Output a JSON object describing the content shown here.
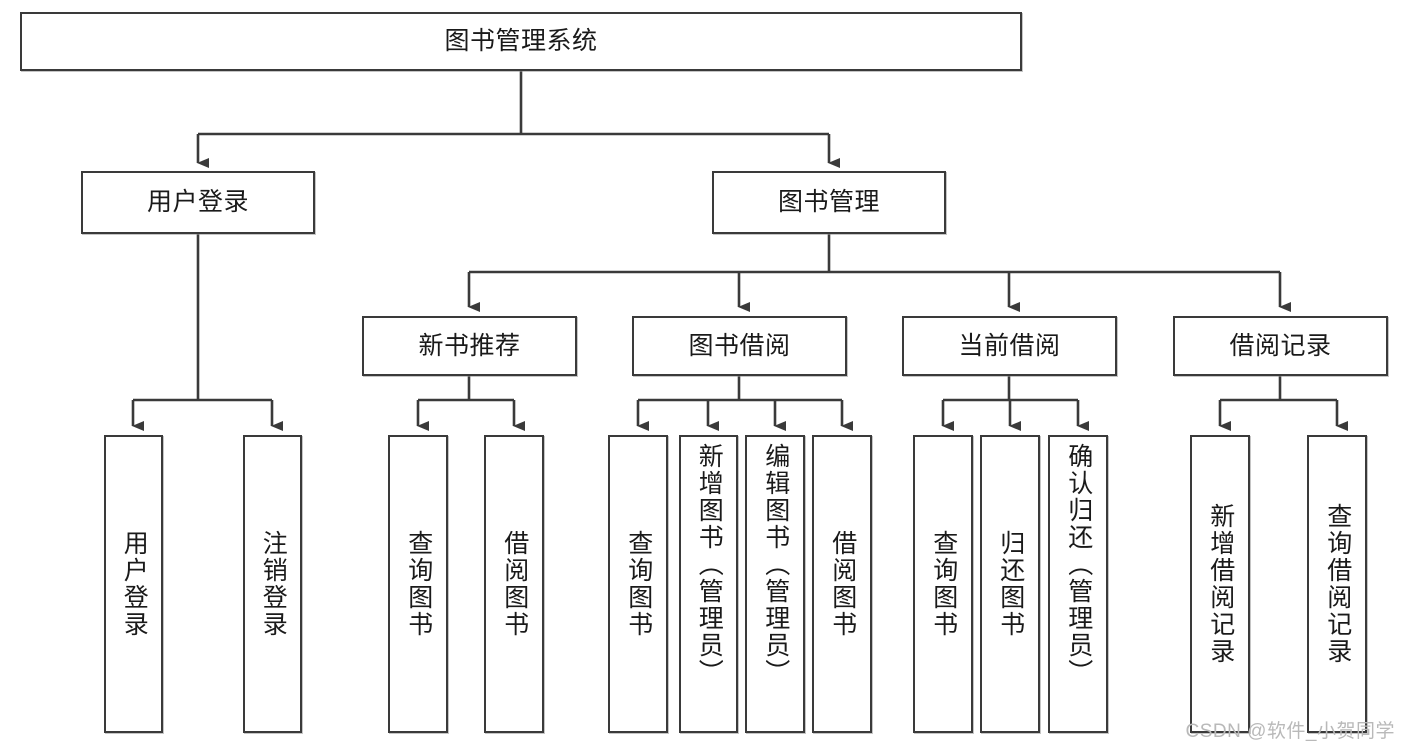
{
  "diagram": {
    "type": "tree-hierarchy-flowchart",
    "title": "图书管理系统",
    "watermark": "CSDN @软件_小贺同学",
    "colors": {
      "node_border": "#3a3a3a",
      "node_fill": "#ffffff",
      "edge": "#3a3a3a",
      "text": "#1a1a1a",
      "watermark": "#b9b9b9"
    },
    "nodes": {
      "root": {
        "label": "图书管理系统"
      },
      "level2": [
        {
          "id": "user-login",
          "label": "用户登录"
        },
        {
          "id": "book-management",
          "label": "图书管理"
        }
      ],
      "level3": [
        {
          "id": "new-book-recommend",
          "label": "新书推荐"
        },
        {
          "id": "book-borrow",
          "label": "图书借阅"
        },
        {
          "id": "current-borrow",
          "label": "当前借阅"
        },
        {
          "id": "borrow-record",
          "label": "借阅记录"
        }
      ],
      "leaves": [
        {
          "id": "leaf-user-login",
          "label": "用户登录"
        },
        {
          "id": "leaf-logout-login",
          "label": "注销登录"
        },
        {
          "id": "leaf-query-book-1",
          "label": "查询图书"
        },
        {
          "id": "leaf-borrow-book-1",
          "label": "借阅图书"
        },
        {
          "id": "leaf-query-book-2",
          "label": "查询图书"
        },
        {
          "id": "leaf-add-book",
          "label": "新增图书（管理员）"
        },
        {
          "id": "leaf-edit-book",
          "label": "编辑图书（管理员）"
        },
        {
          "id": "leaf-borrow-book-2",
          "label": "借阅图书"
        },
        {
          "id": "leaf-query-book-3",
          "label": "查询图书"
        },
        {
          "id": "leaf-return-book",
          "label": "归还图书"
        },
        {
          "id": "leaf-confirm-return",
          "label": "确认归还（管理员）"
        },
        {
          "id": "leaf-add-record",
          "label": "新增借阅记录"
        },
        {
          "id": "leaf-query-record",
          "label": "查询借阅记录"
        }
      ]
    }
  }
}
